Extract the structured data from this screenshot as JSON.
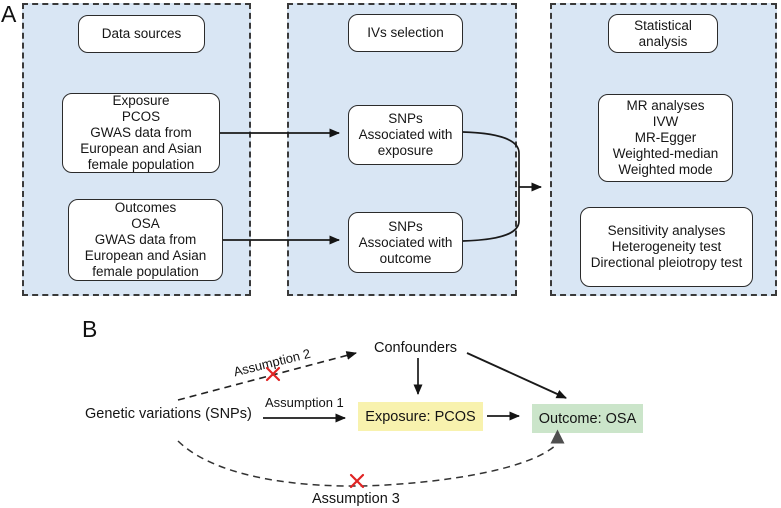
{
  "panel_a": {
    "label": "A",
    "data_sources": {
      "header": "Data sources",
      "exposure_box": [
        "Exposure",
        "PCOS",
        "GWAS data from",
        "European and Asian",
        "female population"
      ],
      "outcomes_box": [
        "Outcomes",
        "OSA",
        "GWAS data from",
        "European and Asian",
        "female population"
      ]
    },
    "ivs_selection": {
      "header": "IVs selection",
      "snps_exposure_box": [
        "SNPs",
        "Associated with",
        "exposure"
      ],
      "snps_outcome_box": [
        "SNPs",
        "Associated with",
        "outcome"
      ]
    },
    "statistical_analysis": {
      "header_lines": [
        "Statistical",
        "analysis"
      ],
      "mr_analyses_box": [
        "MR analyses",
        "IVW",
        "MR-Egger",
        "Weighted-median",
        "Weighted mode"
      ],
      "sensitivity_box": [
        "Sensitivity analyses",
        "Heterogeneity test",
        "Directional pleiotropy test"
      ]
    }
  },
  "panel_b": {
    "label": "B",
    "genetic_variations": "Genetic variations (SNPs)",
    "confounders": "Confounders",
    "exposure": "Exposure: PCOS",
    "outcome": "Outcome: OSA",
    "assumption_1": "Assumption 1",
    "assumption_2": "Assumption 2",
    "assumption_3": "Assumption 3"
  },
  "colors": {
    "panel_fill": "#d9e6f4",
    "exposure_highlight": "#f8f2ae",
    "outcome_highlight": "#cbe5ca",
    "violation_cross": "#e02424",
    "line": "#1a1a1a"
  },
  "icons": {
    "assumption_2_violation": "red-cross-icon",
    "assumption_3_violation": "red-cross-icon",
    "outcome_arrowhead": "gray-arrowhead-icon"
  }
}
